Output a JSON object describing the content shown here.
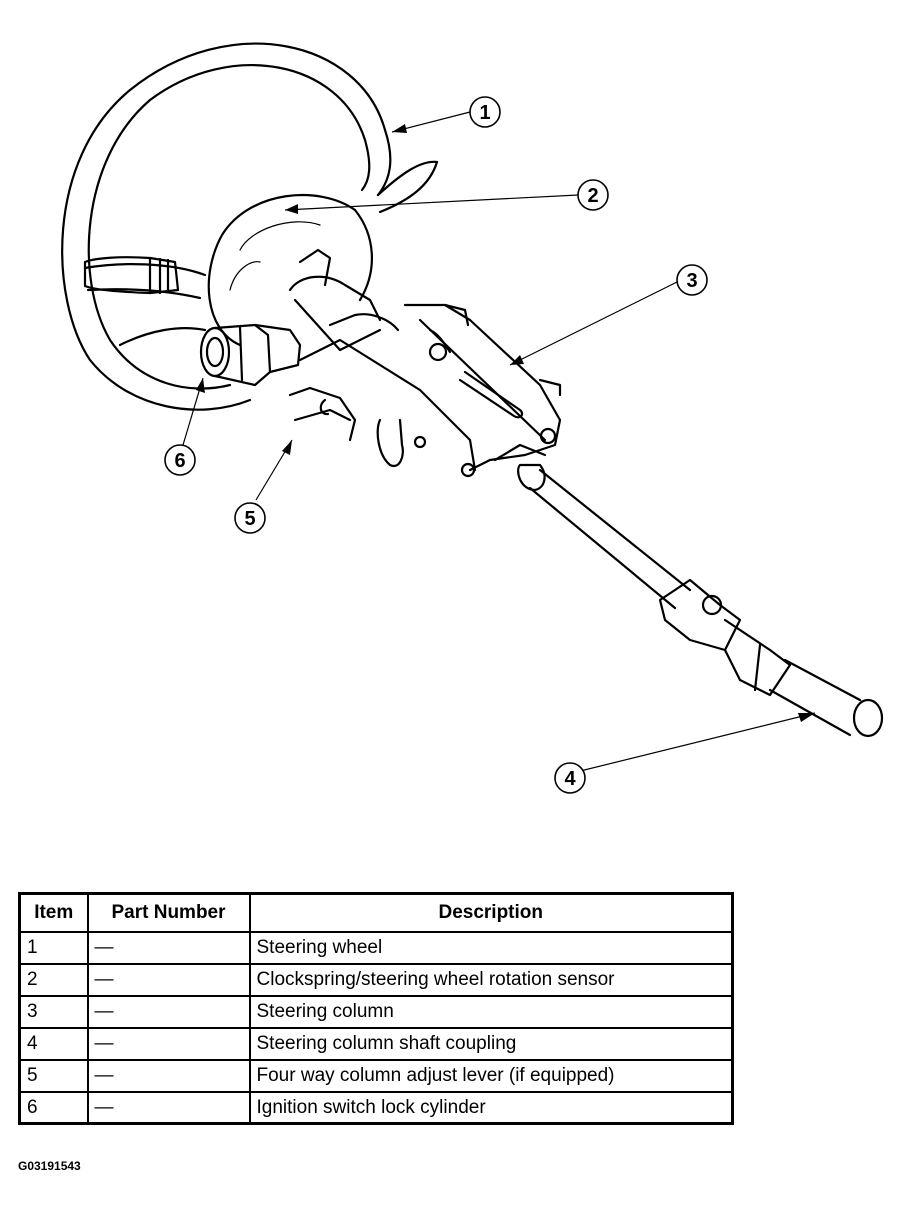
{
  "diagram": {
    "callouts": [
      "1",
      "2",
      "3",
      "4",
      "5",
      "6"
    ]
  },
  "table": {
    "headers": {
      "item": "Item",
      "part_number": "Part Number",
      "description": "Description"
    },
    "rows": [
      {
        "item": "1",
        "part_number": "—",
        "description": "Steering wheel"
      },
      {
        "item": "2",
        "part_number": "—",
        "description": "Clockspring/steering wheel rotation sensor"
      },
      {
        "item": "3",
        "part_number": "—",
        "description": "Steering column"
      },
      {
        "item": "4",
        "part_number": "—",
        "description": "Steering column shaft coupling"
      },
      {
        "item": "5",
        "part_number": "—",
        "description": "Four way column adjust lever (if equipped)"
      },
      {
        "item": "6",
        "part_number": "—",
        "description": "Ignition switch lock cylinder"
      }
    ]
  },
  "figure_id": "G03191543"
}
